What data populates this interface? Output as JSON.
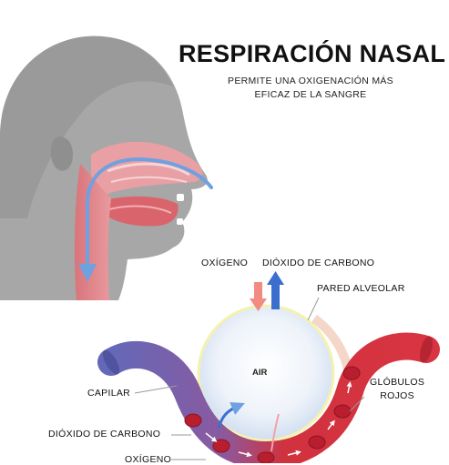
{
  "title": "RESPIRACIÓN NASAL",
  "subtitle": "PERMITE UNA OXIGENACIÓN MÁS EFICAZ DE LA SANGRE",
  "labels": {
    "oxygen_top": "OXÍGENO",
    "co2_top": "DIÓXIDO DE CARBONO",
    "alveolar_wall": "PARED ALVEOLAR",
    "air": "AIR",
    "capillary": "CAPILAR",
    "red_cells": "GLÓBULOS\nROJOS",
    "co2_bottom": "DIÓXIDO DE CARBONO",
    "oxygen_bottom": "OXÍGENO"
  },
  "colors": {
    "head": "#a3a3a3",
    "airflow_arrow": "#6fa0e0",
    "oxygen_arrow": "#f28b82",
    "co2_arrow": "#3a6fd0",
    "capillary_blue": "#6b6fb5",
    "capillary_red": "#d6313e",
    "alveolus": "#dfe9f5"
  }
}
